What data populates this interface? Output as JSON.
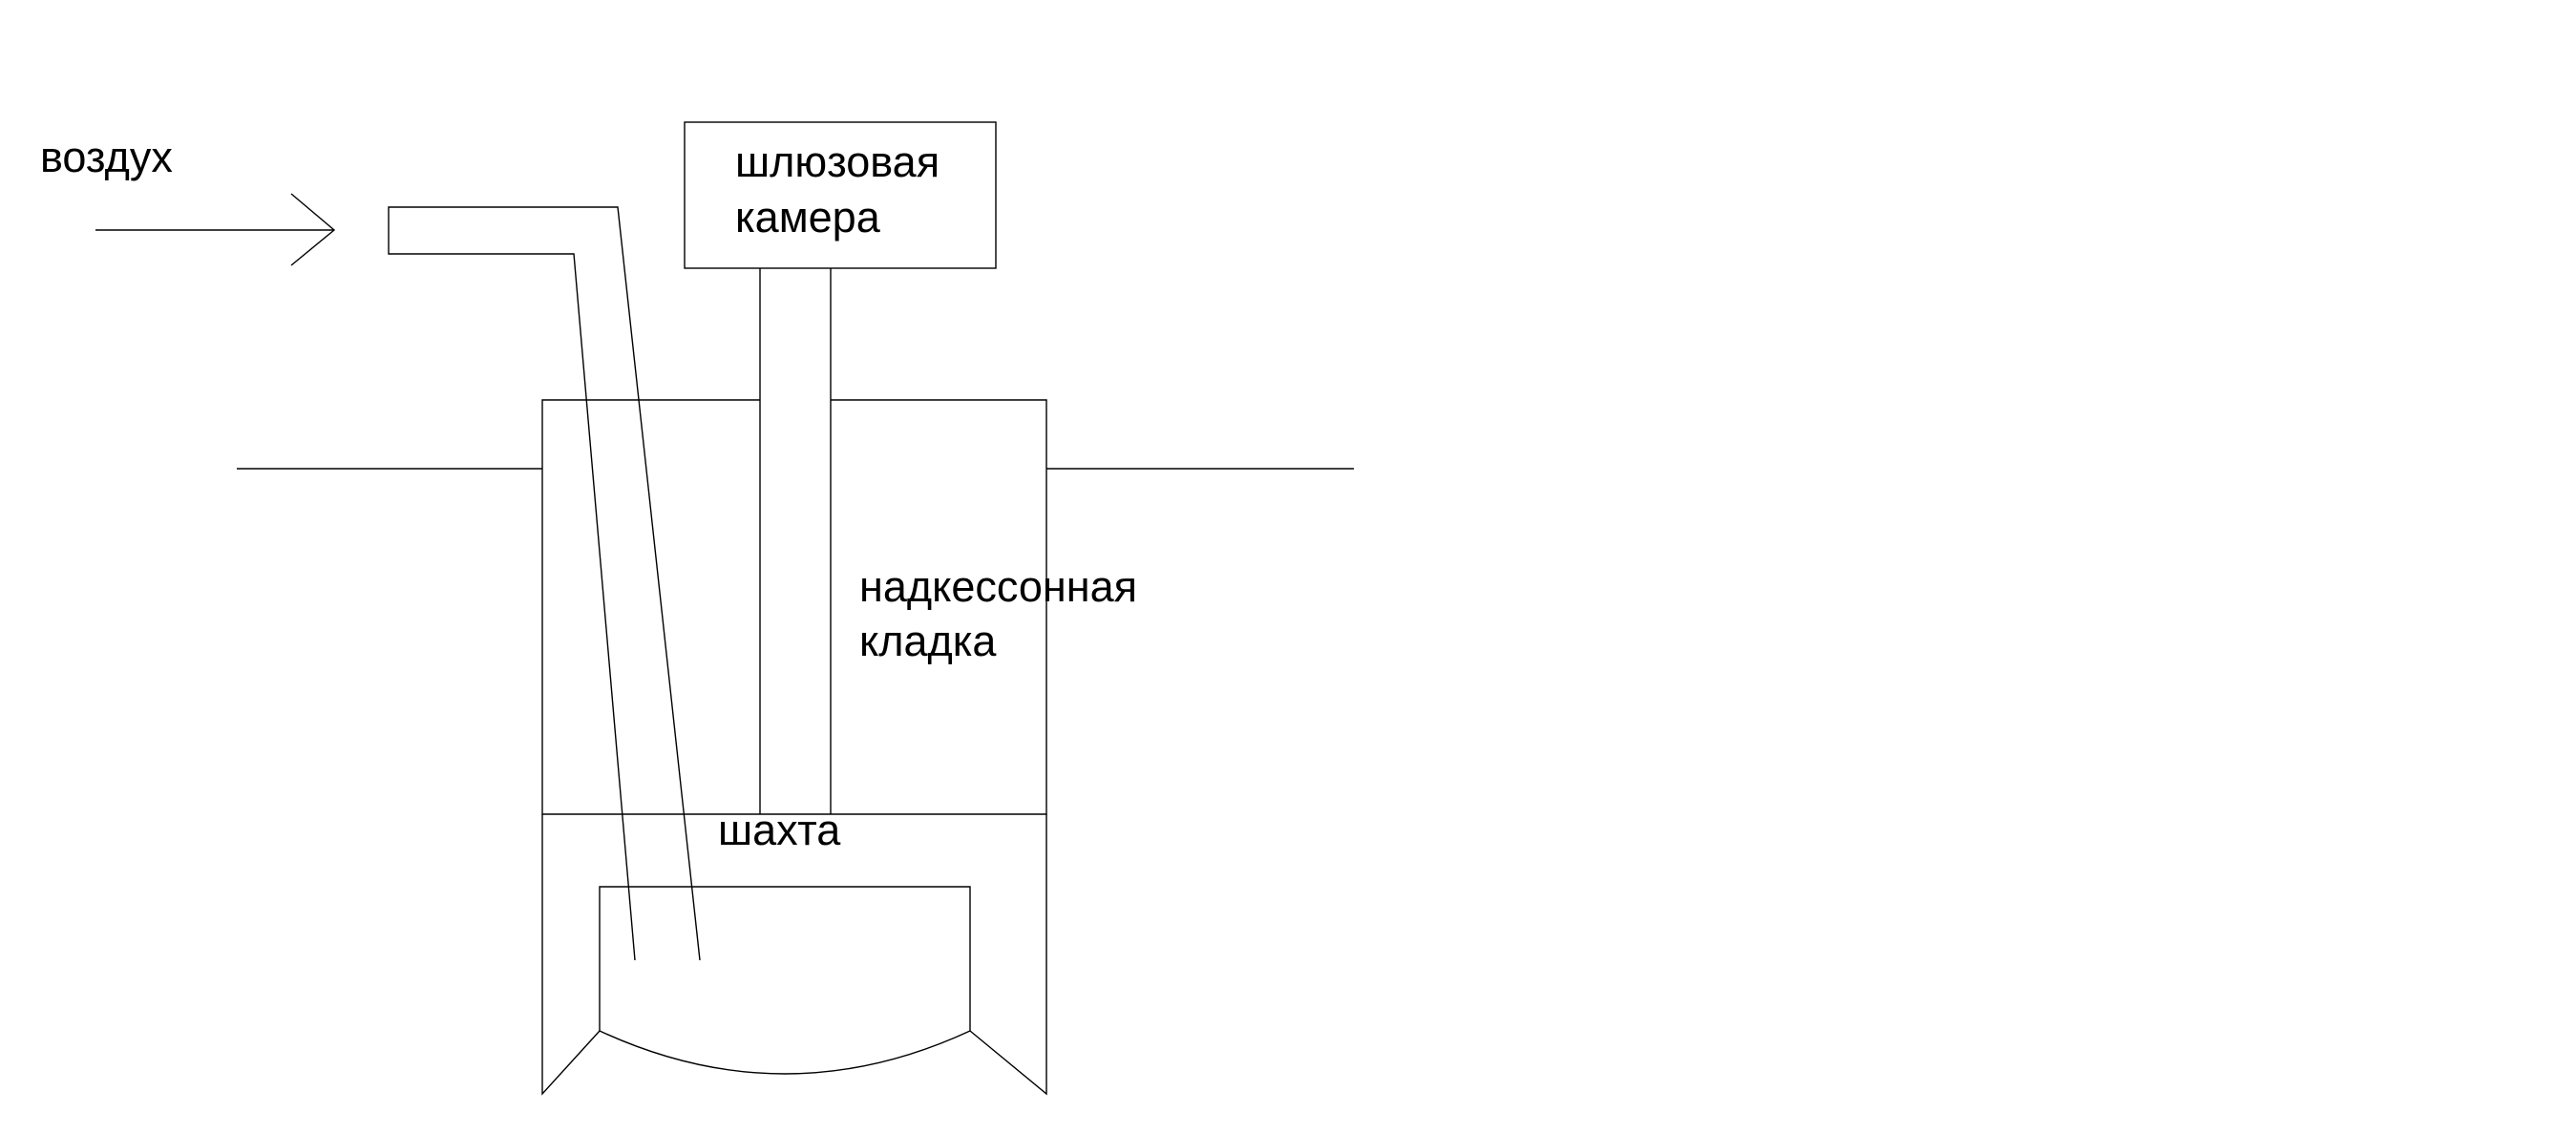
{
  "labels": {
    "air": "воздух",
    "airlock_line1": "шлюзовая",
    "airlock_line2": "камера",
    "masonry_line1": "надкессонная",
    "masonry_line2": "кладка",
    "shaft": "шахта"
  },
  "colors": {
    "stroke": "#000000",
    "background": "#ffffff"
  }
}
